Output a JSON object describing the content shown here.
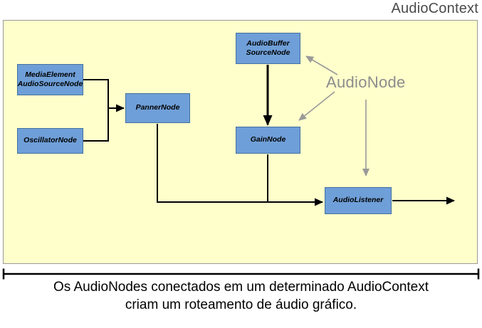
{
  "title": "AudioContext",
  "audio_node_label": "AudioNode",
  "nodes": {
    "media_element": {
      "line1": "MediaElement",
      "line2": "AudioSourceNode"
    },
    "oscillator": {
      "label": "OscillatorNode"
    },
    "panner": {
      "label": "PannerNode"
    },
    "audio_buffer": {
      "line1": "AudioBuffer",
      "line2": "SourceNode"
    },
    "gain": {
      "label": "GainNode"
    },
    "listener": {
      "label": "AudioListener"
    }
  },
  "caption": {
    "line1": "Os AudioNodes conectados em um determinado AudioContext",
    "line2": "criam um roteamento de áudio gráfico."
  },
  "colors": {
    "canvas_background": "#ffffcc",
    "node_fill": "#6f9fd8",
    "node_border": "#44719f",
    "arrow_black": "#000000",
    "arrow_gray": "#999999",
    "title_gray": "#4a4a4a",
    "audionode_gray": "#8c8c8c"
  }
}
